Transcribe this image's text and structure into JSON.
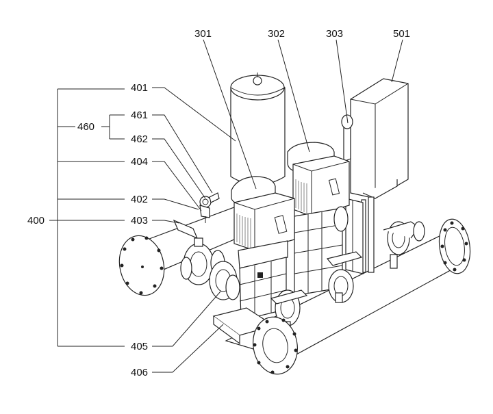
{
  "labels": {
    "l301": "301",
    "l302": "302",
    "l303": "303",
    "l501": "501",
    "l401": "401",
    "l461": "461",
    "l460": "460",
    "l462": "462",
    "l404": "404",
    "l402": "402",
    "l400": "400",
    "l403": "403",
    "l405": "405",
    "l406": "406"
  }
}
